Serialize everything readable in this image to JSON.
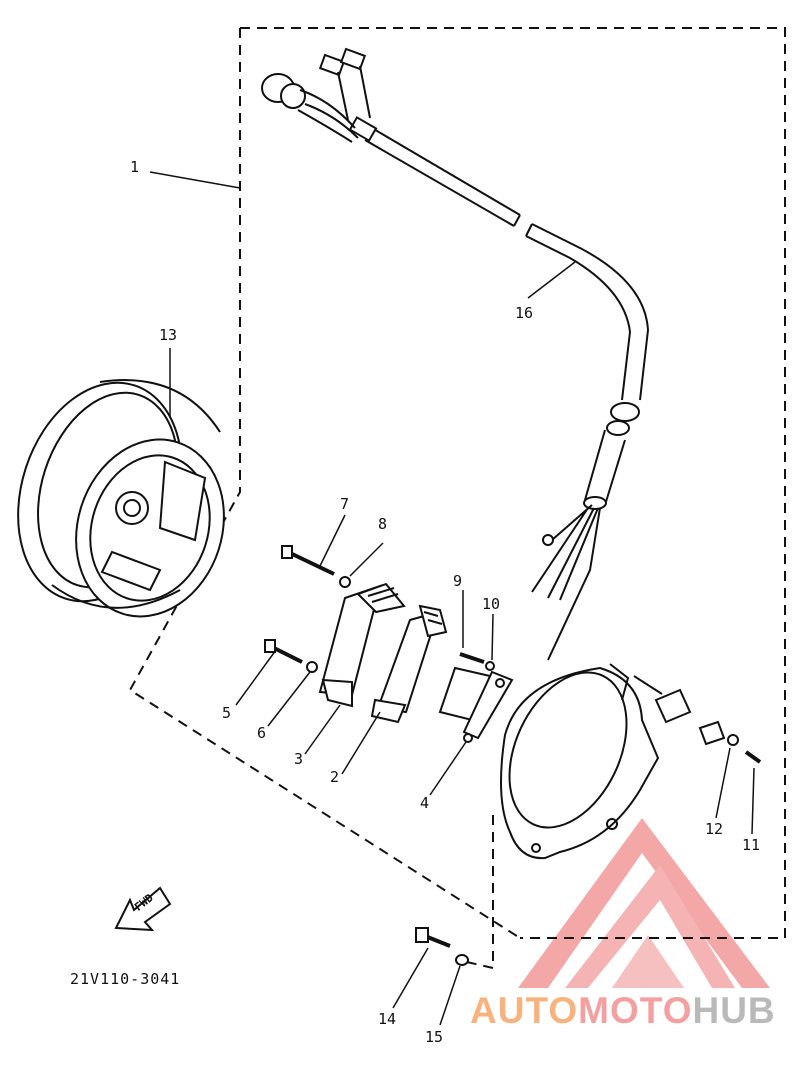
{
  "diagram": {
    "part_code": "21V110-3041",
    "fwd_label": "FWD",
    "callouts": [
      {
        "id": "1",
        "text": "1"
      },
      {
        "id": "2",
        "text": "2"
      },
      {
        "id": "3",
        "text": "3"
      },
      {
        "id": "4",
        "text": "4"
      },
      {
        "id": "5",
        "text": "5"
      },
      {
        "id": "6",
        "text": "6"
      },
      {
        "id": "7",
        "text": "7"
      },
      {
        "id": "8",
        "text": "8"
      },
      {
        "id": "9",
        "text": "9"
      },
      {
        "id": "10",
        "text": "10"
      },
      {
        "id": "11",
        "text": "11"
      },
      {
        "id": "12",
        "text": "12"
      },
      {
        "id": "13",
        "text": "13"
      },
      {
        "id": "14",
        "text": "14"
      },
      {
        "id": "15",
        "text": "15"
      },
      {
        "id": "16",
        "text": "16"
      }
    ]
  },
  "watermark": {
    "part1": "AUTO",
    "part2": "MOTO",
    "part3": "HUB",
    "colors": {
      "auto": "#f7b27d",
      "moto": "#f5a0a0",
      "hub": "#b9b9b9",
      "logo": "#f08a8a"
    }
  }
}
